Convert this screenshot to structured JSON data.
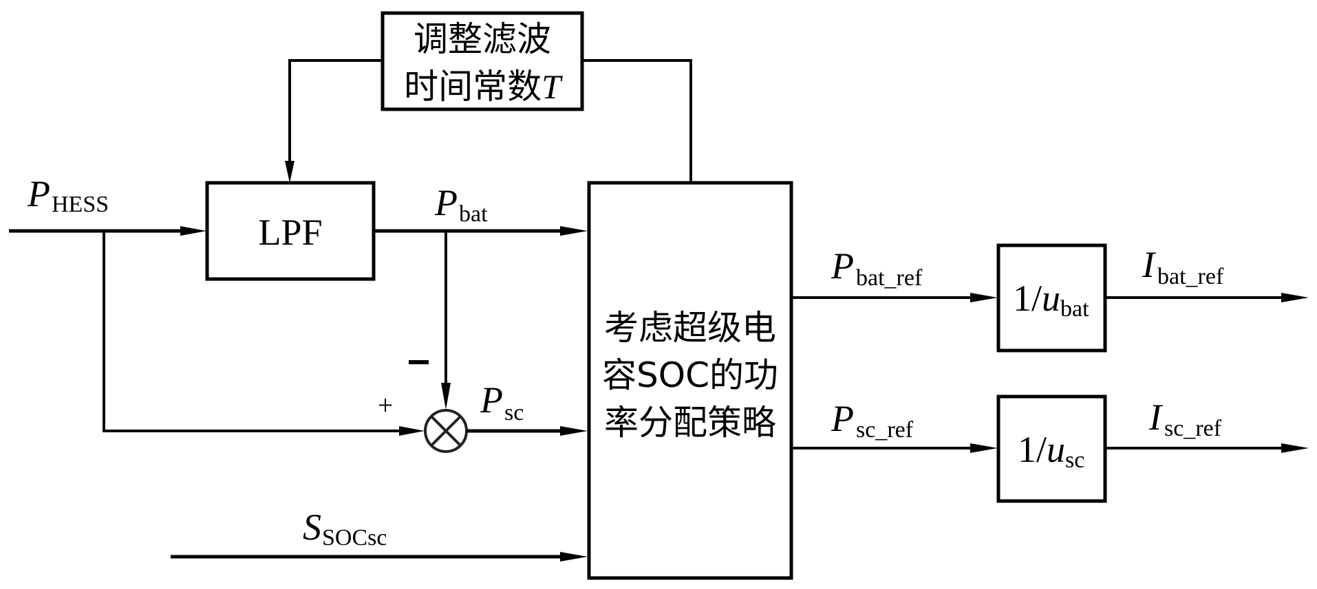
{
  "diagram": {
    "title": "Hybrid energy storage power allocation block diagram",
    "inputs": {
      "p_hess": {
        "main": "P",
        "sub": "HESS"
      },
      "s_soc": {
        "main": "S",
        "sub": "SOCsc"
      }
    },
    "blocks": {
      "time_constant": {
        "line1": "调整滤波",
        "line2": "时间常数",
        "var": "T"
      },
      "lpf": {
        "label": "LPF"
      },
      "strategy": {
        "line1": "考虑超级电",
        "line2": "容SOC的功",
        "line3": "率分配策略"
      },
      "gain_bat": {
        "prefix": "1/",
        "var": "u",
        "sub": "bat"
      },
      "gain_sc": {
        "prefix": "1/",
        "var": "u",
        "sub": "sc"
      }
    },
    "signals": {
      "p_bat": {
        "main": "P",
        "sub": "bat"
      },
      "p_sc": {
        "main": "P",
        "sub": "sc"
      },
      "p_bat_ref": {
        "main": "P",
        "sub": "bat_ref"
      },
      "p_sc_ref": {
        "main": "P",
        "sub": "sc_ref"
      },
      "i_bat_ref": {
        "main": "I",
        "sub": "bat_ref"
      },
      "i_sc_ref": {
        "main": "I",
        "sub": "sc_ref"
      }
    },
    "summing_junction": {
      "plus_sign": "+",
      "minus_sign": "−"
    }
  }
}
